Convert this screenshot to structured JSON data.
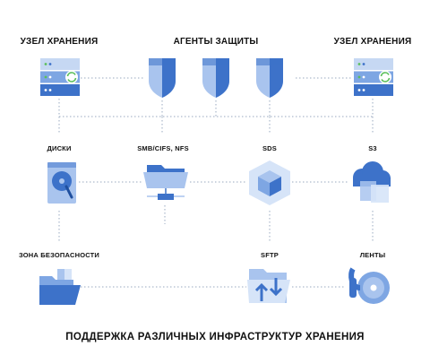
{
  "header": {
    "left": "УЗЕЛ ХРАНЕНИЯ",
    "center": "АГЕНТЫ ЗАЩИТЫ",
    "right": "УЗЕЛ ХРАНЕНИЯ"
  },
  "storage": {
    "disks": "ДИСКИ",
    "smb": "SMB/CIFS, NFS",
    "sds": "SDS",
    "s3": "S3",
    "secure_zone": "ЗОНА БЕЗОПАСНОСТИ",
    "sftp": "SFTP",
    "tapes": "ЛЕНТЫ"
  },
  "footer": "ПОДДЕРЖКА РАЗЛИЧНЫХ ИНФРАСТРУКТУР ХРАНЕНИЯ",
  "colors": {
    "primary": "#3d72c9",
    "light": "#a9c4ee",
    "pale": "#d6e4f8",
    "accent_green": "#5bbf5b",
    "line": "#9aa9c0"
  },
  "icons": {
    "storage_node": "server-rack-icon",
    "agent": "shield-icon",
    "disks": "hard-disk-icon",
    "smb": "network-folder-icon",
    "sds": "cube-hexagon-icon",
    "s3": "cloud-bucket-icon",
    "secure_zone": "secure-folder-icon",
    "sftp": "transfer-folder-icon",
    "tapes": "tape-reel-icon"
  }
}
